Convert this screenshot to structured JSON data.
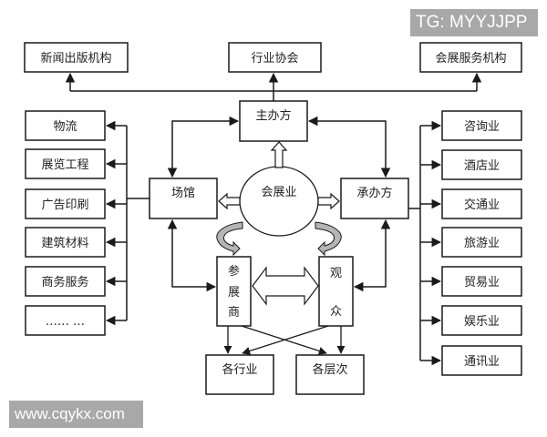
{
  "top_row": [
    {
      "id": "news",
      "label": "新闻出版机构"
    },
    {
      "id": "assoc",
      "label": "行业协会"
    },
    {
      "id": "service",
      "label": "会展服务机构"
    }
  ],
  "center": {
    "organizer": "主办方",
    "venue": "场馆",
    "core": "会展业",
    "contractor": "承办方",
    "exhibitor": [
      "参",
      "展",
      "商"
    ],
    "audience": [
      "观",
      "众"
    ],
    "industries": "各行业",
    "levels": "各层次"
  },
  "left_column": [
    {
      "label": "物流"
    },
    {
      "label": "展览工程"
    },
    {
      "label": "广告印刷"
    },
    {
      "label": "建筑材料"
    },
    {
      "label": "商务服务"
    },
    {
      "label": "…… …"
    }
  ],
  "right_column": [
    {
      "label": "咨询业"
    },
    {
      "label": "酒店业"
    },
    {
      "label": "交通业"
    },
    {
      "label": "旅游业"
    },
    {
      "label": "贸易业"
    },
    {
      "label": "娱乐业"
    },
    {
      "label": "通讯业"
    }
  ],
  "watermarks": {
    "top_right": "TG: MYYJJPP",
    "bottom_left": "www.cqykx.com"
  },
  "colors": {
    "line": "#1a1a1a",
    "curve_fill": "#b5b5b5",
    "watermark_bg": "#a8a8a8"
  }
}
